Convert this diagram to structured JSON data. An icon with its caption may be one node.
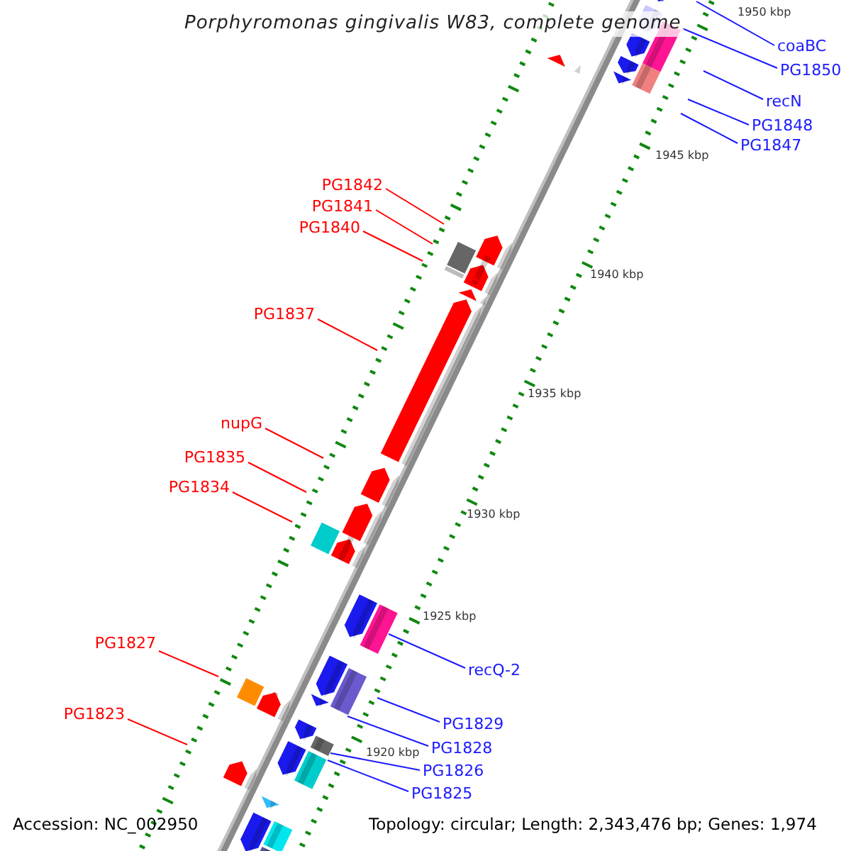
{
  "diagram": {
    "title": "Porphyromonas gingivalis W83, complete genome",
    "nodes": [
      {
        "text": [
          "coaBC"
        ]
      },
      {
        "text": [
          "PG1850"
        ]
      },
      {
        "text": [
          "recN"
        ]
      },
      {
        "text": [
          "PG1848"
        ]
      },
      {
        "text": [
          "PG1847"
        ]
      },
      {
        "text": [
          "PG1842"
        ]
      },
      {
        "text": [
          "PG1841"
        ]
      },
      {
        "text": [
          "PG1840"
        ]
      },
      {
        "text": [
          "PG1837"
        ]
      },
      {
        "text": [
          "nupG"
        ]
      },
      {
        "text": [
          "PG1835"
        ]
      },
      {
        "text": [
          "PG1834"
        ]
      },
      {
        "text": [
          "recQ-2"
        ]
      },
      {
        "text": [
          "PG1827"
        ]
      },
      {
        "text": [
          "PG1829"
        ]
      },
      {
        "text": [
          "PG1828"
        ]
      },
      {
        "text": [
          "PG1823"
        ]
      },
      {
        "text": [
          "PG1826"
        ]
      },
      {
        "text": [
          "PG1825"
        ]
      }
    ],
    "edges": [
      {
        "from": 0,
        "to": null,
        "arrow": "none"
      },
      {
        "from": 1,
        "to": null,
        "arrow": "none"
      },
      {
        "from": 2,
        "to": null,
        "arrow": "none"
      },
      {
        "from": 3,
        "to": null,
        "arrow": "none"
      },
      {
        "from": 4,
        "to": null,
        "arrow": "none"
      },
      {
        "from": 5,
        "to": null,
        "arrow": "none",
        "color": "#ff0000"
      },
      {
        "from": 6,
        "to": null,
        "arrow": "none",
        "color": "#ff0000"
      },
      {
        "from": 7,
        "to": null,
        "arrow": "none",
        "color": "#ff0000"
      },
      {
        "from": 8,
        "to": null,
        "arrow": "none",
        "color": "#ff0000"
      },
      {
        "from": 9,
        "to": null,
        "arrow": "none",
        "color": "#ff0000"
      },
      {
        "from": 10,
        "to": null,
        "arrow": "none",
        "color": "#ff0000"
      },
      {
        "from": 11,
        "to": null,
        "arrow": "none",
        "color": "#ff0000"
      },
      {
        "from": 12,
        "to": null,
        "arrow": "none"
      },
      {
        "from": 13,
        "to": null,
        "arrow": "none",
        "color": "#ff0000"
      },
      {
        "from": 14,
        "to": null,
        "arrow": "none"
      },
      {
        "from": 15,
        "to": null,
        "arrow": "none"
      },
      {
        "from": 16,
        "to": null,
        "arrow": "none",
        "color": "#ff0000"
      },
      {
        "from": 17,
        "to": null,
        "arrow": "none"
      },
      {
        "from": 18,
        "to": null,
        "arrow": "none"
      }
    ],
    "labels": [
      "1950 kbp",
      "1945 kbp",
      "1940 kbp",
      "1935 kbp",
      "1930 kbp",
      "1925 kbp",
      "1920 kbp",
      "Accession: NC_002950",
      "Topology: circular; Length: 2,343,476 bp; Genes: 1,974"
    ]
  }
}
